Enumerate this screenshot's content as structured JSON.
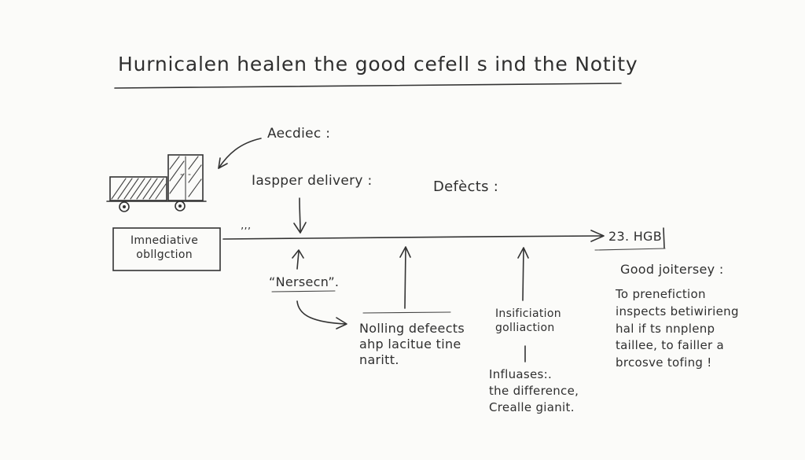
{
  "title": "Hurnicalen healen the good cefell s ind the Notity",
  "labels": {
    "aecdiec": "Aecdiec :",
    "iaspper": "Iaspper delivery :",
    "defects": "Defècts :",
    "box_text": "Imnediative\nobllgction",
    "dots": "’’’",
    "hgb": "23. HGB",
    "nersecn": "“Nersecn”.",
    "nolling": "Nolling defeects\nahp lacitue tine\nnaritt.",
    "insificiation": "Insificiation\ngolliaction",
    "influases": "Influases:.\nthe difference,\nCrealle gianit.",
    "good_joitersey": "Good joitersey :",
    "to_prenefiction": "To prenefiction\ninspects betiwirieng\nhal if ts nnplenp\ntaillee, to failler a\nbrcosve tofing !"
  },
  "icons": {
    "truck": "truck-sketch-icon"
  }
}
